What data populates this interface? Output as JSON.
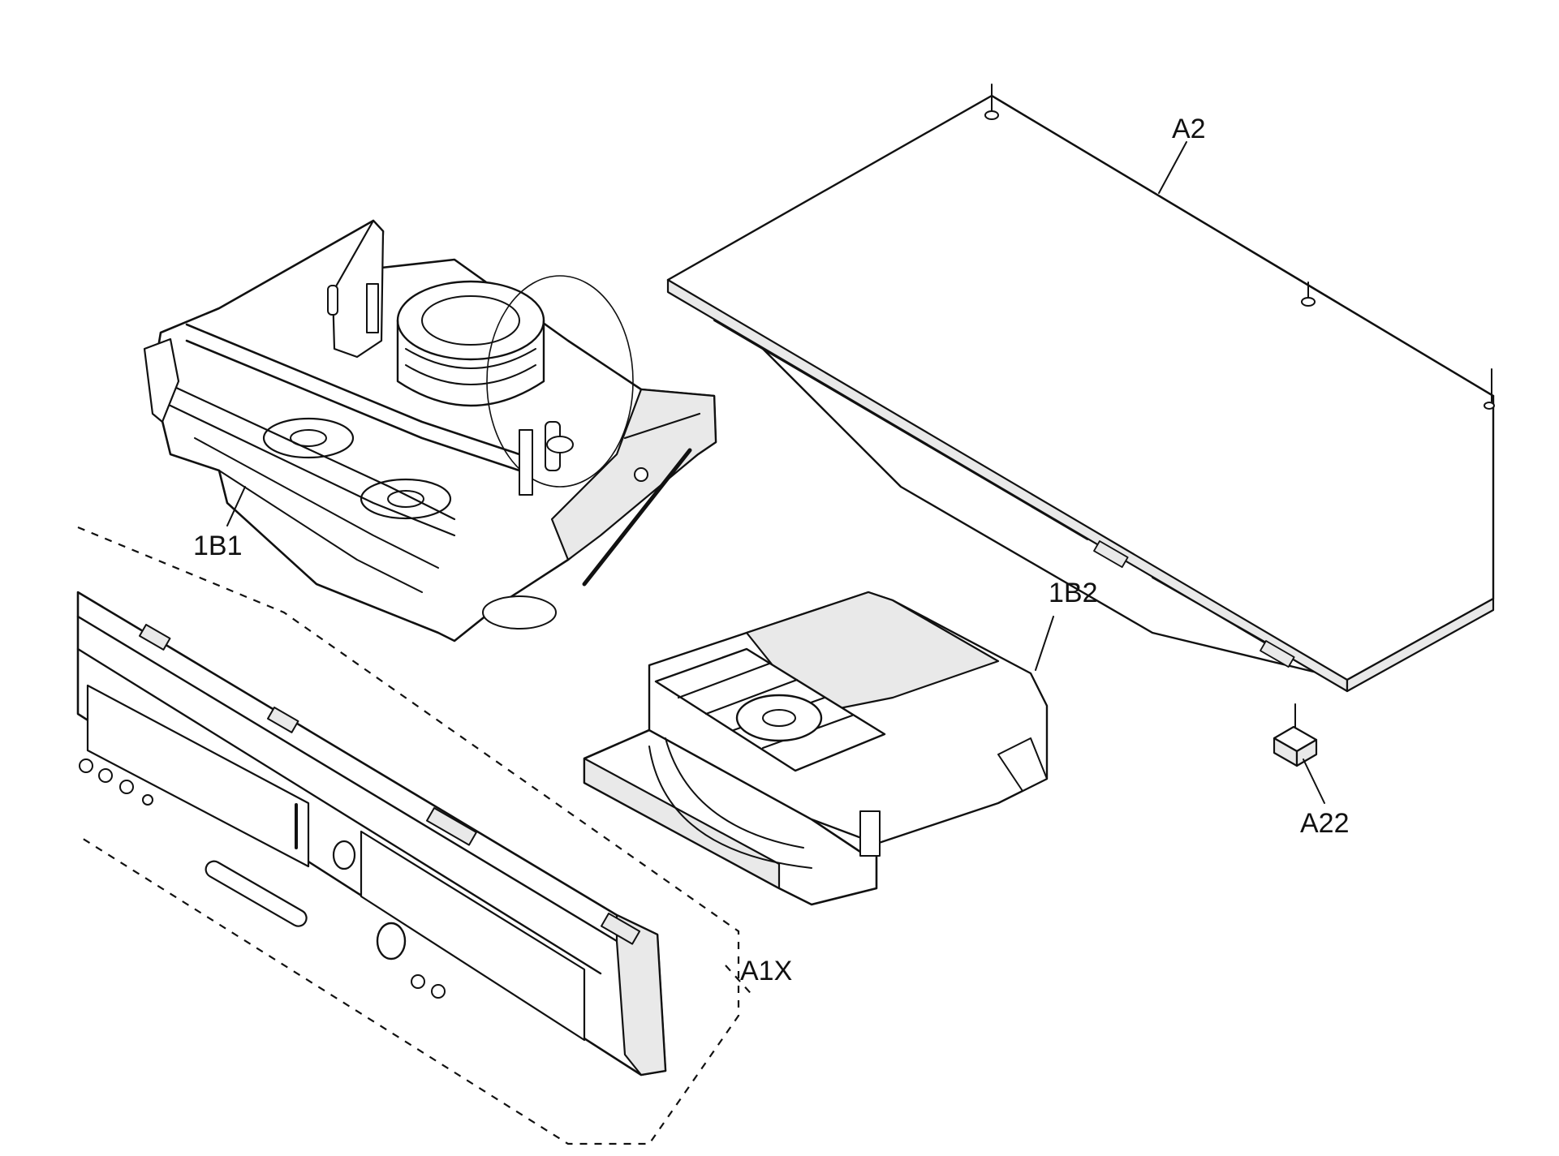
{
  "labels": {
    "a2": "A2",
    "b1": "1B1",
    "b2": "1B2",
    "a22": "A22",
    "a1x": "A1X"
  },
  "colors": {
    "ink": "#111111",
    "background": "#ffffff",
    "shade": "#e9e9e9"
  }
}
